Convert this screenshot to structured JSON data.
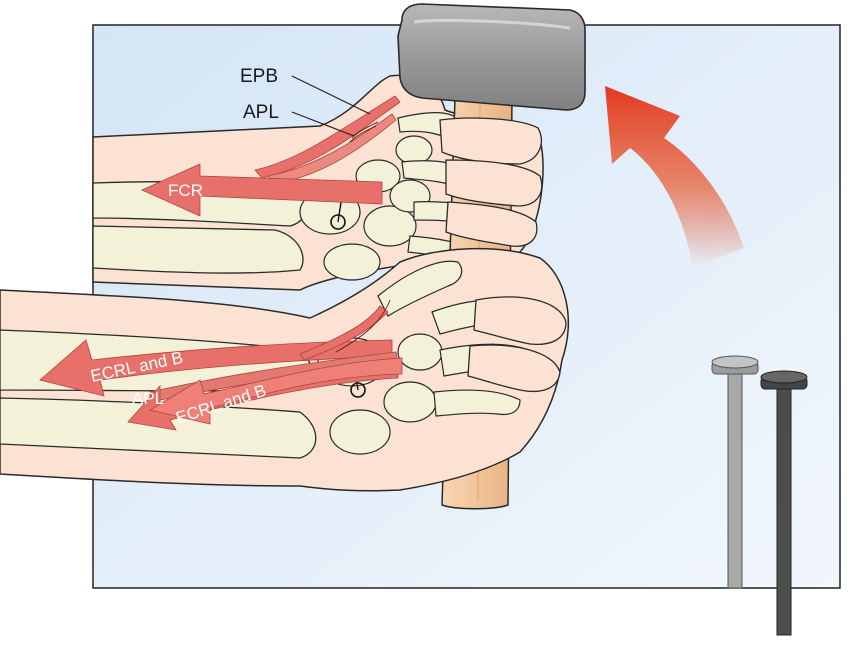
{
  "labels": {
    "epb": "EPB",
    "apl_top": "APL",
    "fcr": "FCR",
    "ecrl_b_upper": "ECRL and B",
    "apl_lower": "APL",
    "ecrl_b_lower": "ECRL and B"
  },
  "colors": {
    "background_panel": "#ddeaf7",
    "skin": "#fbe2d2",
    "bone": "#f4f1d9",
    "muscle_arrow": "#e8706a",
    "motion_arrow": "#e23a1e",
    "hammer_head": "#9b9b9b",
    "hammer_handle": "#f2c9a1",
    "nail_grey": "#a8a8a8",
    "nail_dark": "#4a4a4a"
  },
  "icons": {
    "motion": "curved-arrow-up-left",
    "tool": "hammer",
    "fasteners": "nails"
  }
}
